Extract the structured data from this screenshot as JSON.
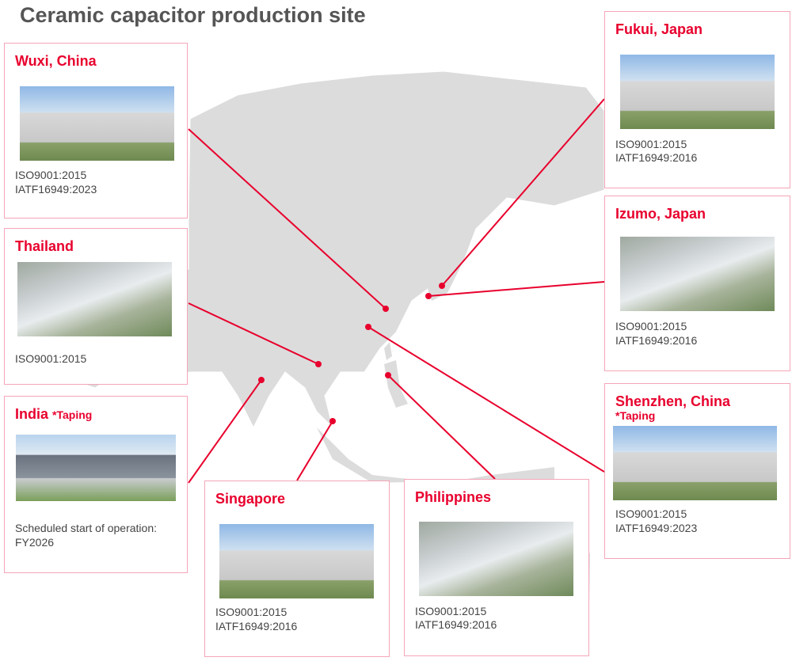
{
  "title": "Ceramic capacitor production site",
  "accent_color": "#e8002d",
  "sites": {
    "wuxi": {
      "name": "Wuxi, China",
      "lines": [
        "ISO9001:2015",
        "IATF16949:2023"
      ]
    },
    "thailand": {
      "name": "Thailand",
      "lines": [
        "ISO9001:2015"
      ]
    },
    "india": {
      "name": "India",
      "note": "*Taping",
      "lines": [
        "Scheduled start of operation:",
        "FY2026"
      ]
    },
    "singapore": {
      "name": "Singapore",
      "lines": [
        "ISO9001:2015",
        "IATF16949:2016"
      ]
    },
    "philippines": {
      "name": "Philippines",
      "lines": [
        "ISO9001:2015",
        "IATF16949:2016"
      ]
    },
    "shenzhen": {
      "name": "Shenzhen, China",
      "note": "*Taping",
      "lines": [
        "ISO9001:2015",
        "IATF16949:2023"
      ]
    },
    "izumo": {
      "name": "Izumo, Japan",
      "lines": [
        "ISO9001:2015",
        "IATF16949:2016"
      ]
    },
    "fukui": {
      "name": "Fukui, Japan",
      "lines": [
        "ISO9001:2015",
        "IATF16949:2016"
      ]
    }
  }
}
